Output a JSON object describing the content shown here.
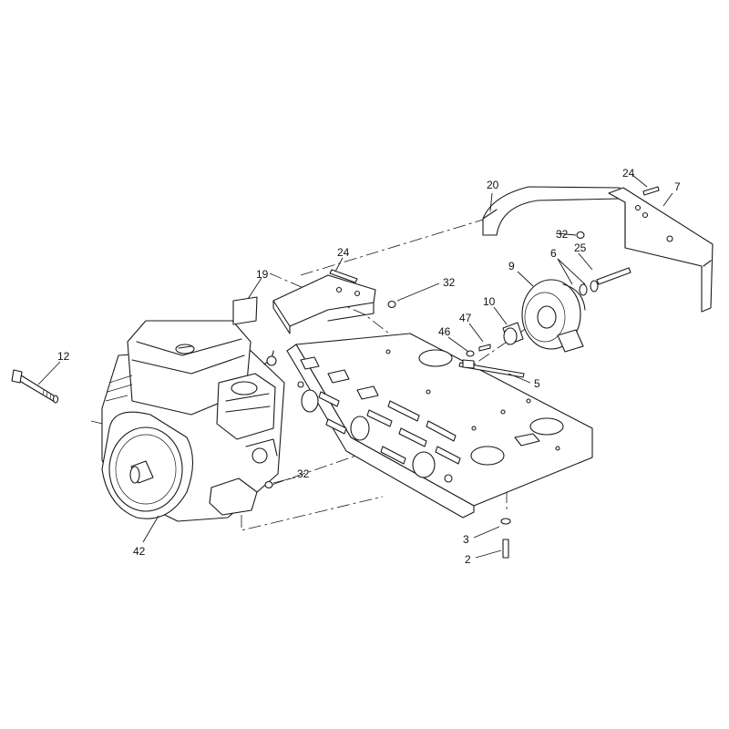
{
  "colors": {
    "ink": "#1a1a1a",
    "background": "#ffffff"
  },
  "callouts": {
    "c2": "2",
    "c3": "3",
    "c5": "5",
    "c6": "6",
    "c7": "7",
    "c9": "9",
    "c10": "10",
    "c12": "12",
    "c19": "19",
    "c20": "20",
    "c24a": "24",
    "c24b": "24",
    "c25": "25",
    "c32a": "32",
    "c32b": "32",
    "c32c": "32",
    "c42": "42",
    "c46": "46",
    "c47": "47"
  }
}
